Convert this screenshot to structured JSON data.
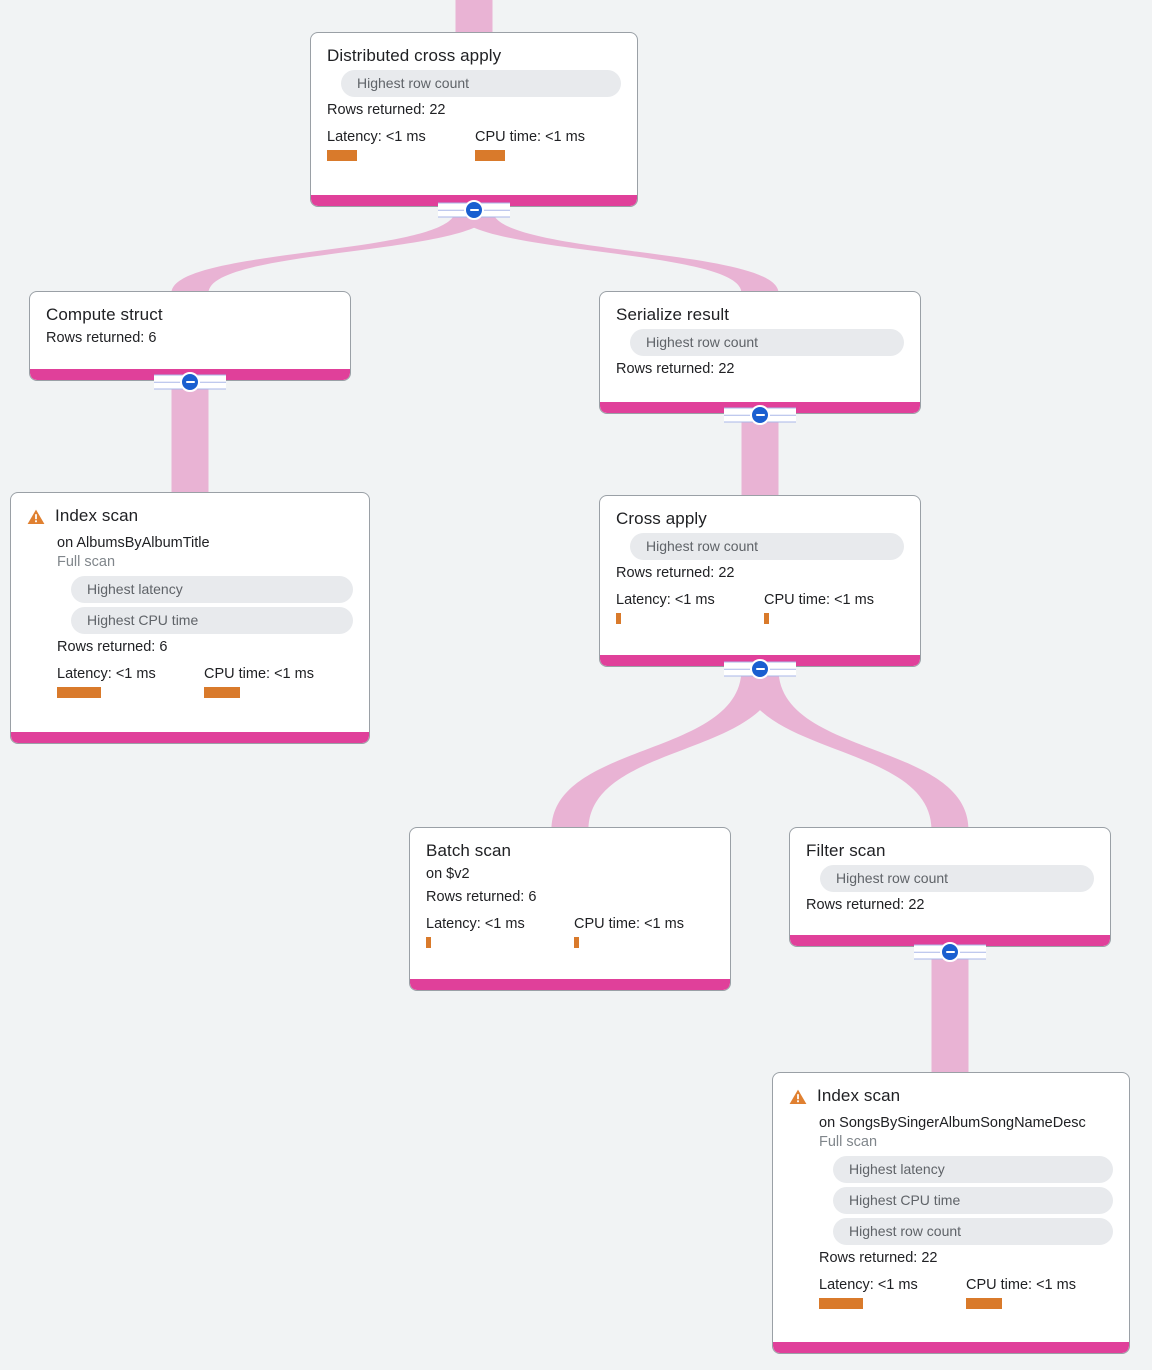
{
  "canvas": {
    "background": "#f1f3f4",
    "edge_color": "#e9b3d4",
    "node_bar_color": "#e0409a",
    "accent_orange": "#d97a2b",
    "chip_bg": "#e8eaed",
    "chip_text": "#5f6368",
    "handle_color": "#1a5fd0"
  },
  "labels": {
    "rows_returned_prefix": "Rows returned: ",
    "latency_prefix": "Latency: ",
    "cpu_prefix": "CPU time: ",
    "on_prefix": "on ",
    "full_scan": "Full scan",
    "warning_icon": "warning-triangle-icon",
    "collapse_icon": "collapse-minus-icon"
  },
  "nodes": [
    {
      "id": "distributed-cross-apply",
      "title": "Distributed cross apply",
      "warning": false,
      "subtitle": "",
      "subnote": "",
      "chips": [
        "Highest row count"
      ],
      "rows_returned": "Rows returned: 22",
      "latency": "Latency: <1 ms",
      "cpu_time": "CPU time: <1 ms",
      "latency_bar_width": 30,
      "cpu_bar_width": 30,
      "has_collapse_handle": true
    },
    {
      "id": "compute-struct",
      "title": "Compute struct",
      "warning": false,
      "subtitle": "",
      "subnote": "",
      "chips": [],
      "rows_returned": "Rows returned: 6",
      "latency": "",
      "cpu_time": "",
      "latency_bar_width": 0,
      "cpu_bar_width": 0,
      "has_collapse_handle": true
    },
    {
      "id": "serialize-result",
      "title": "Serialize result",
      "warning": false,
      "subtitle": "",
      "subnote": "",
      "chips": [
        "Highest row count"
      ],
      "rows_returned": "Rows returned: 22",
      "latency": "",
      "cpu_time": "",
      "latency_bar_width": 0,
      "cpu_bar_width": 0,
      "has_collapse_handle": true
    },
    {
      "id": "index-scan-albums",
      "title": "Index scan",
      "warning": true,
      "subtitle": "on AlbumsByAlbumTitle",
      "subnote": "Full scan",
      "chips": [
        "Highest latency",
        "Highest CPU time"
      ],
      "rows_returned": "Rows returned: 6",
      "latency": "Latency: <1 ms",
      "cpu_time": "CPU time: <1 ms",
      "latency_bar_width": 44,
      "cpu_bar_width": 36,
      "has_collapse_handle": false
    },
    {
      "id": "cross-apply",
      "title": "Cross apply",
      "warning": false,
      "subtitle": "",
      "subnote": "",
      "chips": [
        "Highest row count"
      ],
      "rows_returned": "Rows returned: 22",
      "latency": "Latency: <1 ms",
      "cpu_time": "CPU time: <1 ms",
      "latency_bar_width": 5,
      "cpu_bar_width": 5,
      "has_collapse_handle": true
    },
    {
      "id": "batch-scan",
      "title": "Batch scan",
      "warning": false,
      "subtitle": "on $v2",
      "subnote": "",
      "chips": [],
      "rows_returned": "Rows returned: 6",
      "latency": "Latency: <1 ms",
      "cpu_time": "CPU time: <1 ms",
      "latency_bar_width": 5,
      "cpu_bar_width": 5,
      "has_collapse_handle": false
    },
    {
      "id": "filter-scan",
      "title": "Filter scan",
      "warning": false,
      "subtitle": "",
      "subnote": "",
      "chips": [
        "Highest row count"
      ],
      "rows_returned": "Rows returned: 22",
      "latency": "",
      "cpu_time": "",
      "latency_bar_width": 0,
      "cpu_bar_width": 0,
      "has_collapse_handle": true
    },
    {
      "id": "index-scan-songs",
      "title": "Index scan",
      "warning": true,
      "subtitle": "on SongsBySingerAlbumSongNameDesc",
      "subnote": "Full scan",
      "chips": [
        "Highest latency",
        "Highest CPU time",
        "Highest row count"
      ],
      "rows_returned": "Rows returned: 22",
      "latency": "Latency: <1 ms",
      "cpu_time": "CPU time: <1 ms",
      "latency_bar_width": 44,
      "cpu_bar_width": 36,
      "has_collapse_handle": false
    }
  ]
}
